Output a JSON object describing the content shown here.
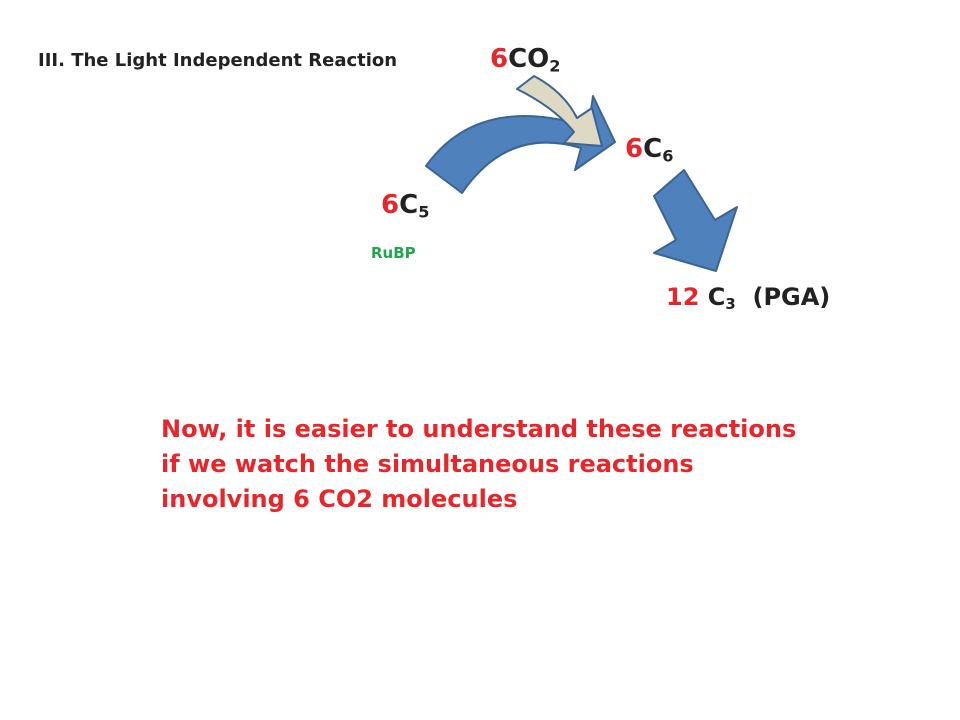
{
  "title": "III.  The Light Independent Reaction",
  "labels": {
    "co2_coef": "6",
    "co2_main": "CO",
    "co2_sub": "2",
    "c6_coef": "6",
    "c6_main": "C",
    "c6_sub": "6",
    "c5_coef": "6",
    "c5_main": "C",
    "c5_sub": "5",
    "rubp": "RuBP",
    "pga_coef": "12",
    "pga_main": "C",
    "pga_sub": "3",
    "pga_name": "(PGA)"
  },
  "note": "Now, it is easier to understand these reactions if we watch the simultaneous reactions involving 6 CO2 molecules",
  "colors": {
    "red": "#e8262a",
    "green": "#1fa84a",
    "arrow_blue": "#4f81bd",
    "arrow_beige": "#ddd9c3"
  }
}
